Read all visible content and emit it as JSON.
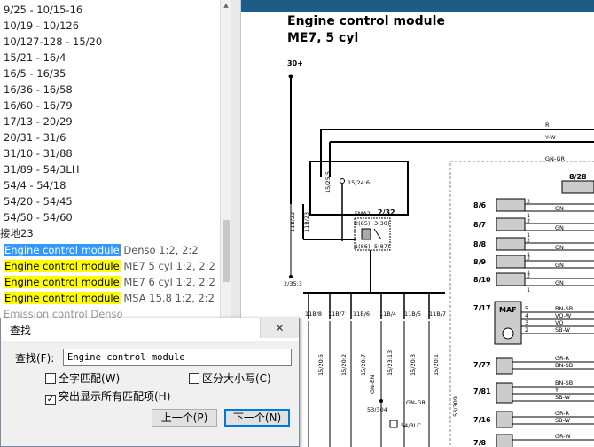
{
  "index_list": {
    "items": [
      "9/25 - 10/15-16",
      "10/19 - 10/126",
      "10/127-128 - 15/20",
      "15/21 - 16/4",
      "16/5 - 16/35",
      "16/36 - 16/58",
      "16/60 - 16/79",
      "17/13 - 20/29",
      "20/31 - 31/6",
      "31/10 - 31/88",
      "31/89 - 54/3LH",
      "54/4 - 54/18",
      "54/20 - 54/45",
      "54/50 - 54/60"
    ],
    "group_header": "接地23",
    "results": [
      {
        "match": "Engine control module",
        "rest": " Denso 1:2, 2:2"
      },
      {
        "match": "Engine control module",
        "rest": " ME7 5 cyl 1:2, 2:2"
      },
      {
        "match": "Engine control module",
        "rest": " ME7 6 cyl 1:2, 2:2"
      },
      {
        "match": "Engine control module",
        "rest": " MSA 15.8 1:2, 2:2"
      }
    ],
    "faded_item": "Emission control Denso"
  },
  "diagram": {
    "title": "Engine control module",
    "subtitle": "ME7, 5 cyl",
    "labels": {
      "supply": "30+",
      "fuse_a": "15/25:5",
      "fuse_b": "15/24:6",
      "relay": "2/32",
      "relay_id": "FMA2",
      "ground_a": "11B/22",
      "ground_b": "11B/23",
      "ground_c": "2/35:3",
      "pin_1": "2(85)",
      "pin_2": "3(30)",
      "pin_3": "1(86)",
      "pin_4": "5(87)",
      "connectors": [
        "11B/8",
        "11B/7",
        "11B/6",
        "11B/4",
        "11B/5",
        "11B/7"
      ],
      "lower_wires": [
        "15/20:5",
        "15/20:2",
        "15/20:7",
        "15/23:13",
        "15/20:3",
        "15/20:1"
      ],
      "bottom_refs": [
        "53/304",
        "54/3LC",
        "53/309"
      ],
      "wire_colors": [
        "R",
        "Y-W",
        "GN-GR",
        "GN",
        "GN-BN",
        "GN-GR",
        "BN-SB",
        "VO-W",
        "VO",
        "Y",
        "GR-R",
        "GR-W",
        "GR-R",
        "BN-SB",
        "BN-SB",
        "SB-W",
        "GR-R",
        "SB-W",
        "GR-W"
      ],
      "right_refs": [
        "8/28",
        "8/6",
        "8/7",
        "8/8",
        "8/9",
        "8/10",
        "7/17",
        "7/77",
        "7/81",
        "7/16",
        "7/8"
      ],
      "maf": "MAF",
      "pin_nums": [
        "2",
        "1",
        "2",
        "1",
        "2",
        "1",
        "2",
        "1",
        "2",
        "1",
        "5",
        "4",
        "3",
        "2",
        "1"
      ]
    }
  },
  "find_dialog": {
    "title": "查找",
    "close_glyph": "✕",
    "find_label": "查找(F):",
    "find_value": "Engine control module",
    "whole_word": "全字匹配(W)",
    "match_case": "区分大小写(C)",
    "highlight_all": "突出显示所有匹配项(H)",
    "check_mark": "✓",
    "prev_button": "上一个(P)",
    "next_button": "下一个(N)"
  },
  "colors": {
    "selected_highlight": "#3399ff",
    "match_highlight": "#ffff00",
    "diagram_header": "#1e5b85"
  }
}
